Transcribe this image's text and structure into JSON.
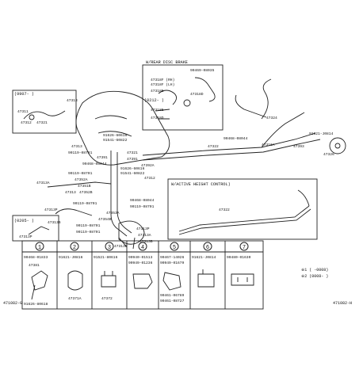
{
  "insets": {
    "rear_disc_title": "W/REAR DISC BRAKE",
    "range_label": "(9907- )",
    "active_height_title": "W/ACTIVE HEIGHT CONTROL)",
    "range_0212": "(0212- )",
    "range_0205": "(0205- )"
  },
  "part_labels": [
    "90469-08035",
    "47318F (RH)",
    "47318F (LH)",
    "47318E",
    "47318D",
    "47318E",
    "47318D",
    "47313",
    "47311",
    "47312",
    "47321",
    "91621-J0814",
    "47324",
    "47316A",
    "90468-08044",
    "47393",
    "47326",
    "47322",
    "47313",
    "91626-60616",
    "91541-60822",
    "90119-08701",
    "47391",
    "90468-08044",
    "91626-60616",
    "91541-60822",
    "90119-08701",
    "47352A",
    "47313A",
    "47313",
    "47321",
    "47391",
    "47392A",
    "47312",
    "47351B",
    "47352B",
    "90119-08701",
    "47313P",
    "47313B",
    "90468-08044",
    "90119-08701",
    "47353A",
    "47354B",
    "90119-08701",
    "47313P",
    "47313A",
    "47313B",
    "47313P",
    "90119-08701",
    "47313P",
    "47322"
  ],
  "clip_table": {
    "items": [
      {
        "num": "1",
        "parts": [
          "90468-01833",
          "47381"
        ],
        "footer": "91626-80618"
      },
      {
        "num": "2",
        "parts": [
          "91621-J0816",
          "47371A"
        ],
        "footer": ""
      },
      {
        "num": "3",
        "parts": [
          "91521-80616",
          "47372"
        ],
        "footer": ""
      },
      {
        "num": "4",
        "parts": [
          "90940-01513",
          "90949-01236"
        ],
        "footer": ""
      },
      {
        "num": "5",
        "parts": [
          "90467-14026",
          "90949-01679"
        ],
        "footer": "90461-06789"
      },
      {
        "num": "6",
        "parts": [
          "91621-J0814"
        ],
        "footer": "90461-08727"
      },
      {
        "num": "7",
        "parts": [
          "90480-01630"
        ],
        "footer": ""
      }
    ],
    "note1": "※1 (    -0008)",
    "note2": "※2 (0008-    )"
  },
  "figure_codes": {
    "left": "471082-G",
    "right": "471082-H"
  }
}
